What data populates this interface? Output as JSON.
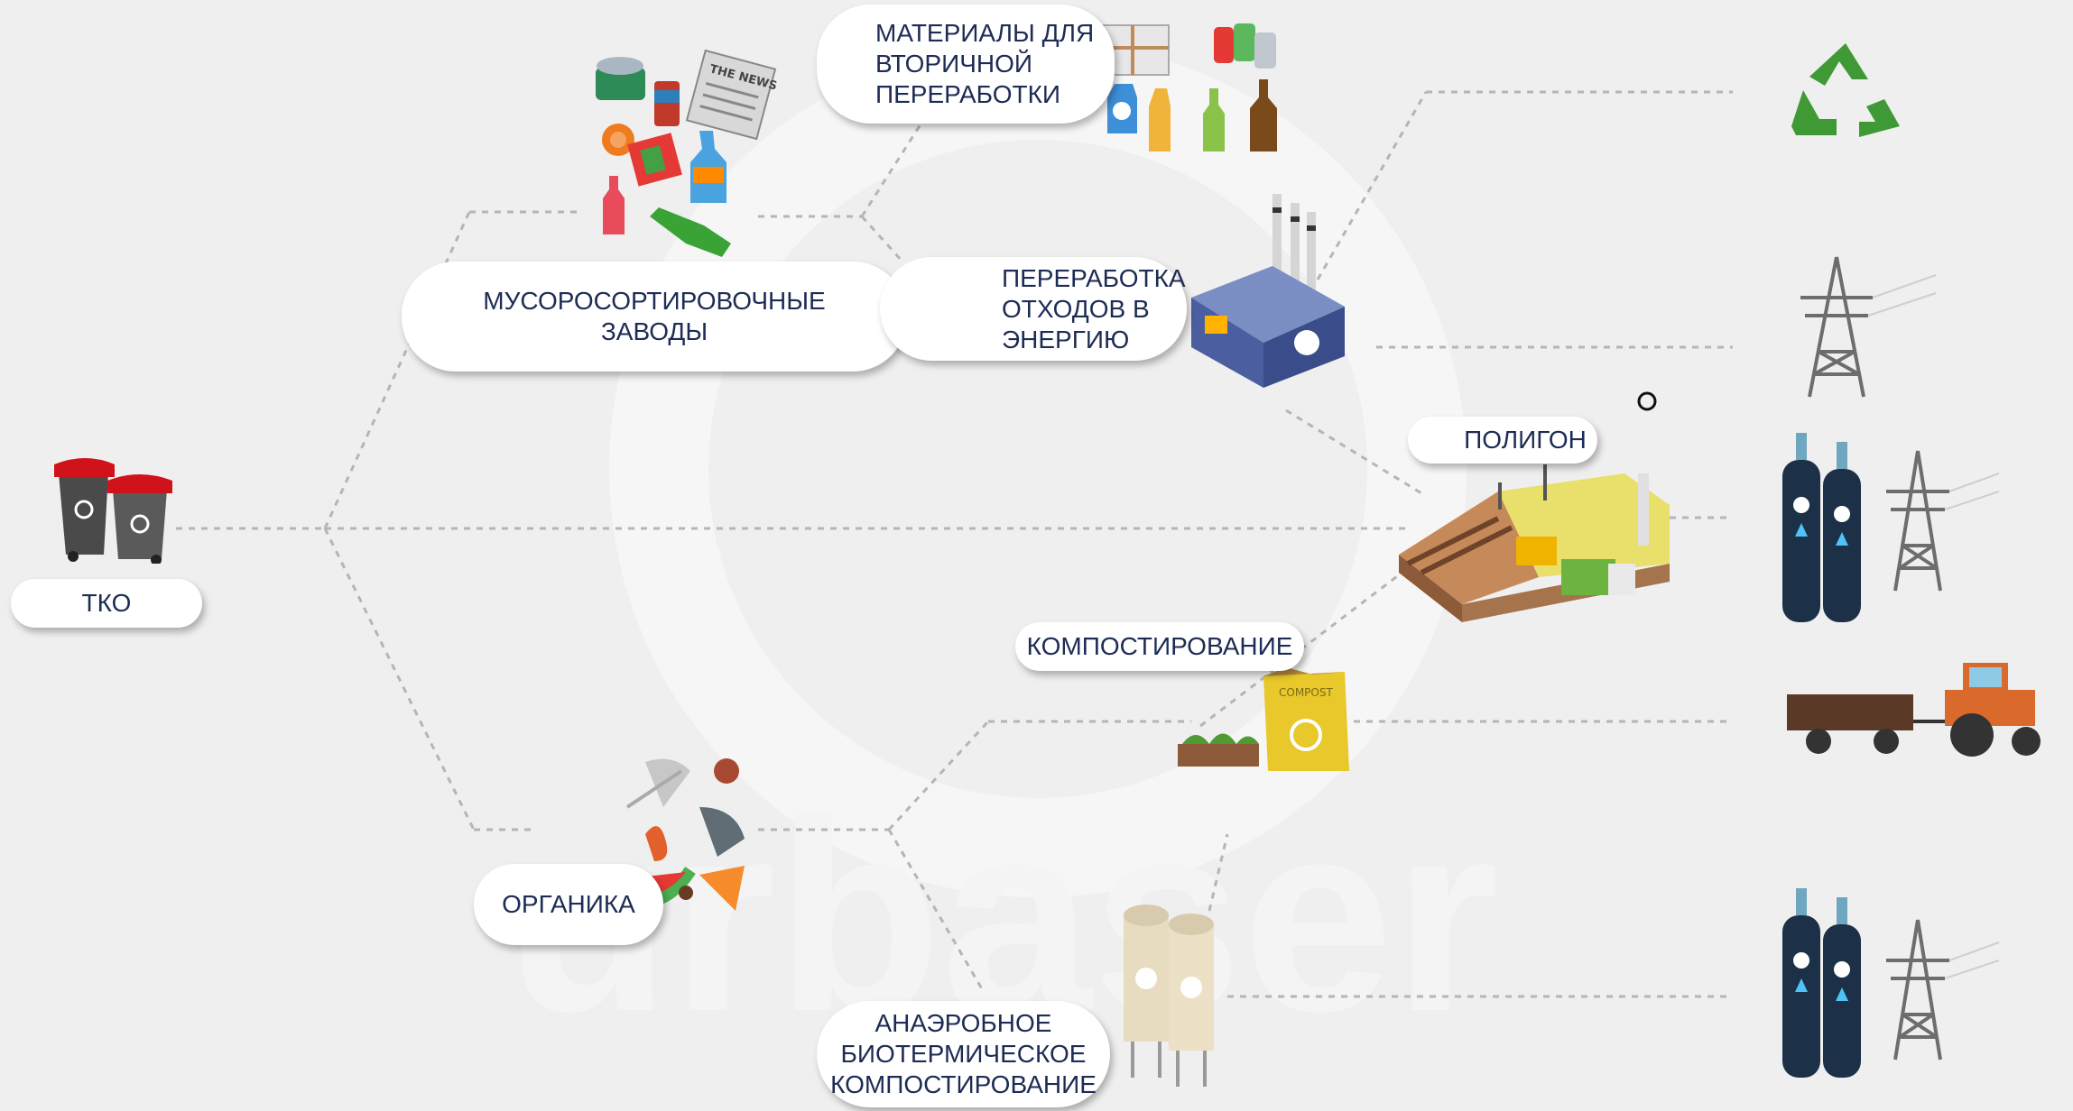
{
  "nodes": {
    "tko": "ТКО",
    "sorting": "МУСОРОСОРТИРОВОЧНЫЕ\nЗАВОДЫ",
    "recycling_materials": "МАТЕРИАЛЫ ДЛЯ\nВТОРИЧНОЙ\nПЕРЕРАБОТКИ",
    "waste_to_energy": "ПЕРЕРАБОТКА\nОТХОДОВ В\nЭНЕРГИЮ",
    "landfill": "ПОЛИГОН",
    "composting": "КОМПОСТИРОВАНИЕ",
    "organics": "ОРГАНИКА",
    "anaerobic": "АНАЭРОБНОЕ\nБИОТЕРМИЧЕСКОЕ\nКОМПОСТИРОВАНИЕ"
  },
  "labels": {
    "compost_bag": "COMPOST",
    "newspaper": "THE NEWS",
    "watermark": "urbaser"
  },
  "colors": {
    "text": "#1d2c54",
    "connector": "#b5b5b5",
    "recycle_green": "#3f9a35",
    "bin_red": "#d0131b",
    "cylinder": "#1c3147",
    "tractor": "#d96a2b",
    "trailer": "#5a3a26",
    "compost_yellow": "#e8c82a"
  },
  "icons": [
    "waste-bins-icon",
    "recyclables-icon",
    "recycle-materials-icon",
    "factory-icon",
    "landfill-icon",
    "compost-icon",
    "organic-waste-icon",
    "biogas-silo-icon",
    "recycle-symbol-icon",
    "power-tower-icon",
    "gas-cylinder-icon",
    "tractor-icon"
  ]
}
